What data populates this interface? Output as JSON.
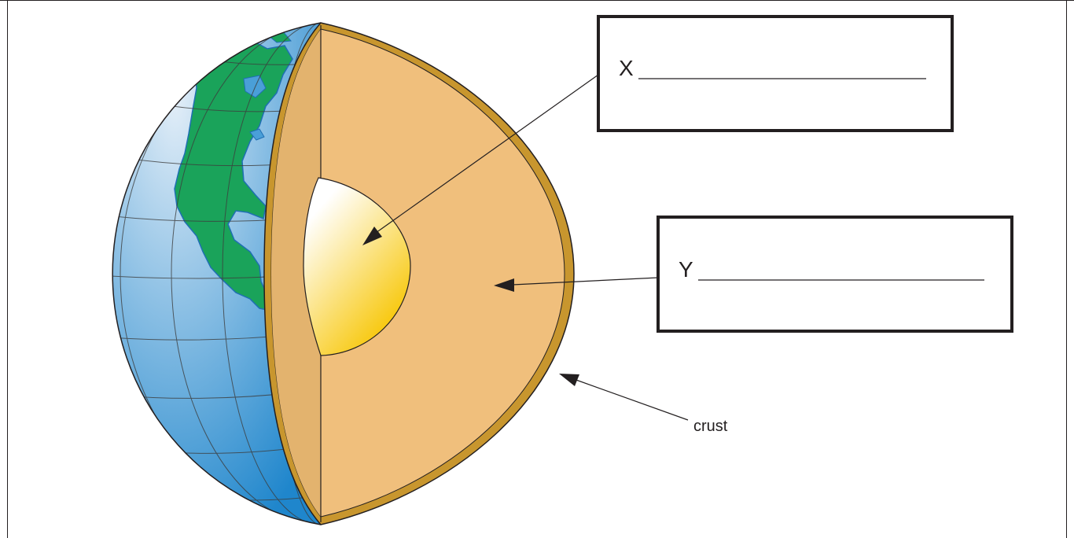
{
  "labels": {
    "x_letter": "X",
    "y_letter": "Y",
    "crust": "crust"
  },
  "colors": {
    "ocean_light": "#e3eef8",
    "ocean_dark": "#1f86cc",
    "land": "#1aa35a",
    "land_outline": "#1f6fb3",
    "mantle": "#f0bf7c",
    "mantle_cut_side": "#e3b36e",
    "crust": "#c8962e",
    "core_light": "#ffffff",
    "core_dark": "#f7c500",
    "line": "#231f20"
  }
}
